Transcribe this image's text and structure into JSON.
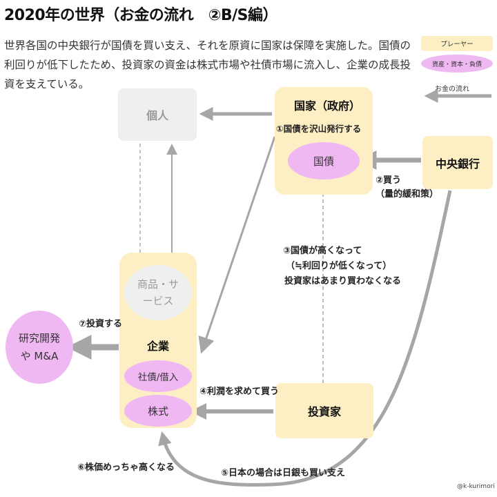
{
  "title": "2020年の世界（お金の流れ　②B/S編）",
  "description": "世界各国の中央銀行が国債を買い支え、それを原資に国家は保障を実施した。国債の利回りが低下したため、投資家の資金は株式市場や社債市場に流入し、企業の成長投資を支えている。",
  "legend": {
    "player": "プレーヤー",
    "asset": "資産・資本・負債",
    "flow": "お金の流れ"
  },
  "nodes": {
    "individual": "個人",
    "government": "国家（政府）",
    "jgb": "国債",
    "central_bank": "中央銀行",
    "goods_services": "商品・サービス",
    "company": "企業",
    "bonds_loans": "社債/借入",
    "stocks": "株式",
    "investor": "投資家",
    "rnd": "研究開発や M&A"
  },
  "labels": {
    "step1": "①国債を沢山発行する",
    "step2a": "②買う",
    "step2b": "（量的緩和策）",
    "step3a": "③国債が高くなって",
    "step3b": "（≒利回りが低くなって）",
    "step3c": "投資家はあまり買わなくなる",
    "step4": "④利潤を求めて買う",
    "step5": "⑤日本の場合は日銀も買い支え",
    "step6": "⑥株価めっちゃ高くなる",
    "step7": "⑦投資する"
  },
  "credit": "@k-kurimori",
  "colors": {
    "player": "#fdeec4",
    "asset": "#f0b8f3",
    "arrow": "#a6a6a6",
    "inactive": "#efefef"
  }
}
